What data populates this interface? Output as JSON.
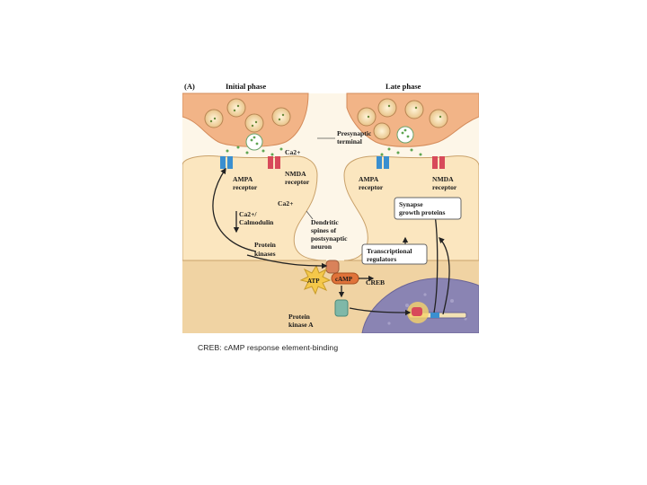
{
  "figure": {
    "panel_letter": "(A)",
    "initial_phase": "Initial phase",
    "late_phase": "Late phase",
    "presynaptic_terminal": [
      "Presynaptic",
      "terminal"
    ],
    "ca2_top": "Ca2+",
    "ampa_left": [
      "AMPA",
      "receptor"
    ],
    "nmda_left": [
      "NMDA",
      "receptor"
    ],
    "ca2_mid": "Ca2+",
    "ca_calmodulin": [
      "Ca2+/",
      "Calmodulin"
    ],
    "dendritic_spines": [
      "Dendritic",
      "spines of",
      "postsynaptic",
      "neuron"
    ],
    "protein_kinases": [
      "Protein",
      "kinases"
    ],
    "atp": "ATP",
    "camp": "cAMP",
    "creb": "CREB",
    "protein_kinase_a": [
      "Protein",
      "kinase A"
    ],
    "ampa_right": [
      "AMPA",
      "receptor"
    ],
    "nmda_right": [
      "NMDA",
      "receptor"
    ],
    "synapse_growth": [
      "Synapse",
      "growth proteins"
    ],
    "transcriptional": [
      "Transcriptional",
      "regulators"
    ]
  },
  "caption": "CREB: cAMP response element-binding",
  "colors": {
    "presynaptic": "#f2b487",
    "postsynaptic": "#fbe6bf",
    "extracellular": "#fdf6e8",
    "background_tan": "#f0d3a3",
    "nucleus": "#8a84b3",
    "ampa": "#3a8fd0",
    "nmda": "#d84a5a"
  }
}
